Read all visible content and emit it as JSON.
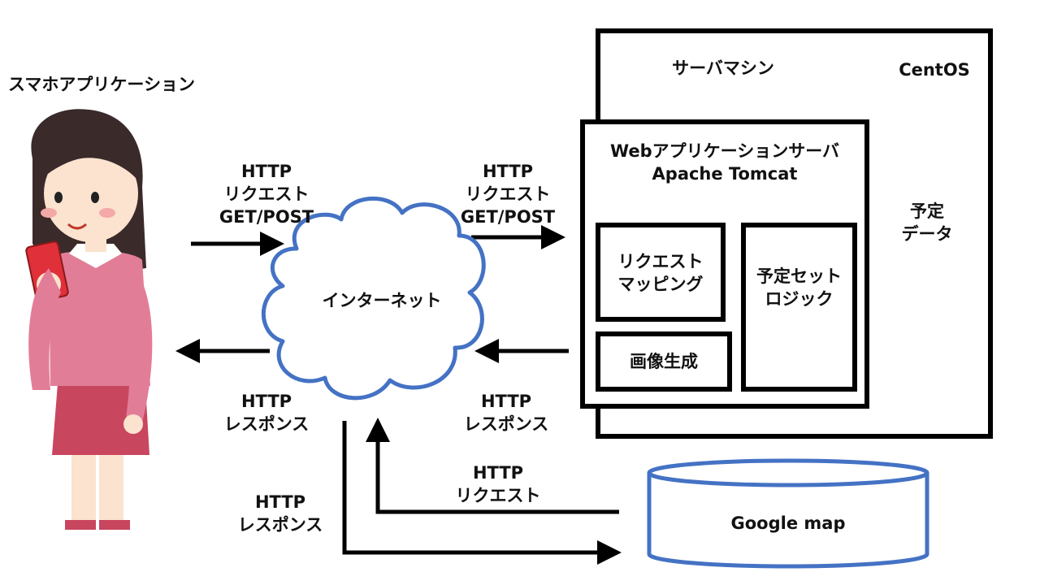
{
  "user": {
    "label": "スマホアプリケーション"
  },
  "left_request": {
    "protocol": "HTTP",
    "kind": "リクエスト",
    "methods": "GET/POST"
  },
  "right_request": {
    "protocol": "HTTP",
    "kind": "リクエスト",
    "methods": "GET/POST"
  },
  "internet": {
    "label": "インターネット"
  },
  "left_response": {
    "protocol": "HTTP",
    "kind": "レスポンス"
  },
  "right_response": {
    "protocol": "HTTP",
    "kind": "レスポンス"
  },
  "server_machine": {
    "label": "サーバマシン",
    "os": "CentOS"
  },
  "app_server": {
    "title": "Webアプリケーションサーバ",
    "product": "Apache Tomcat"
  },
  "request_mapping": {
    "line1": "リクエスト",
    "line2": "マッピング"
  },
  "schedule_logic": {
    "line1": "予定セット",
    "line2": "ロジック"
  },
  "image_generation": {
    "label": "画像生成"
  },
  "schedule_data": {
    "line1": "予定",
    "line2": "データ"
  },
  "google_request": {
    "protocol": "HTTP",
    "kind": "リクエスト"
  },
  "google_response": {
    "protocol": "HTTP",
    "kind": "レスポンス"
  },
  "google_map": {
    "label": "Google map"
  },
  "colors": {
    "accent_blue": "#4472C4",
    "line": "#000000",
    "skin": "#FBE3CF",
    "hair": "#3A2A2A",
    "sweater": "#E27D98",
    "skirt": "#C9465F",
    "phone": "#E0303A"
  }
}
